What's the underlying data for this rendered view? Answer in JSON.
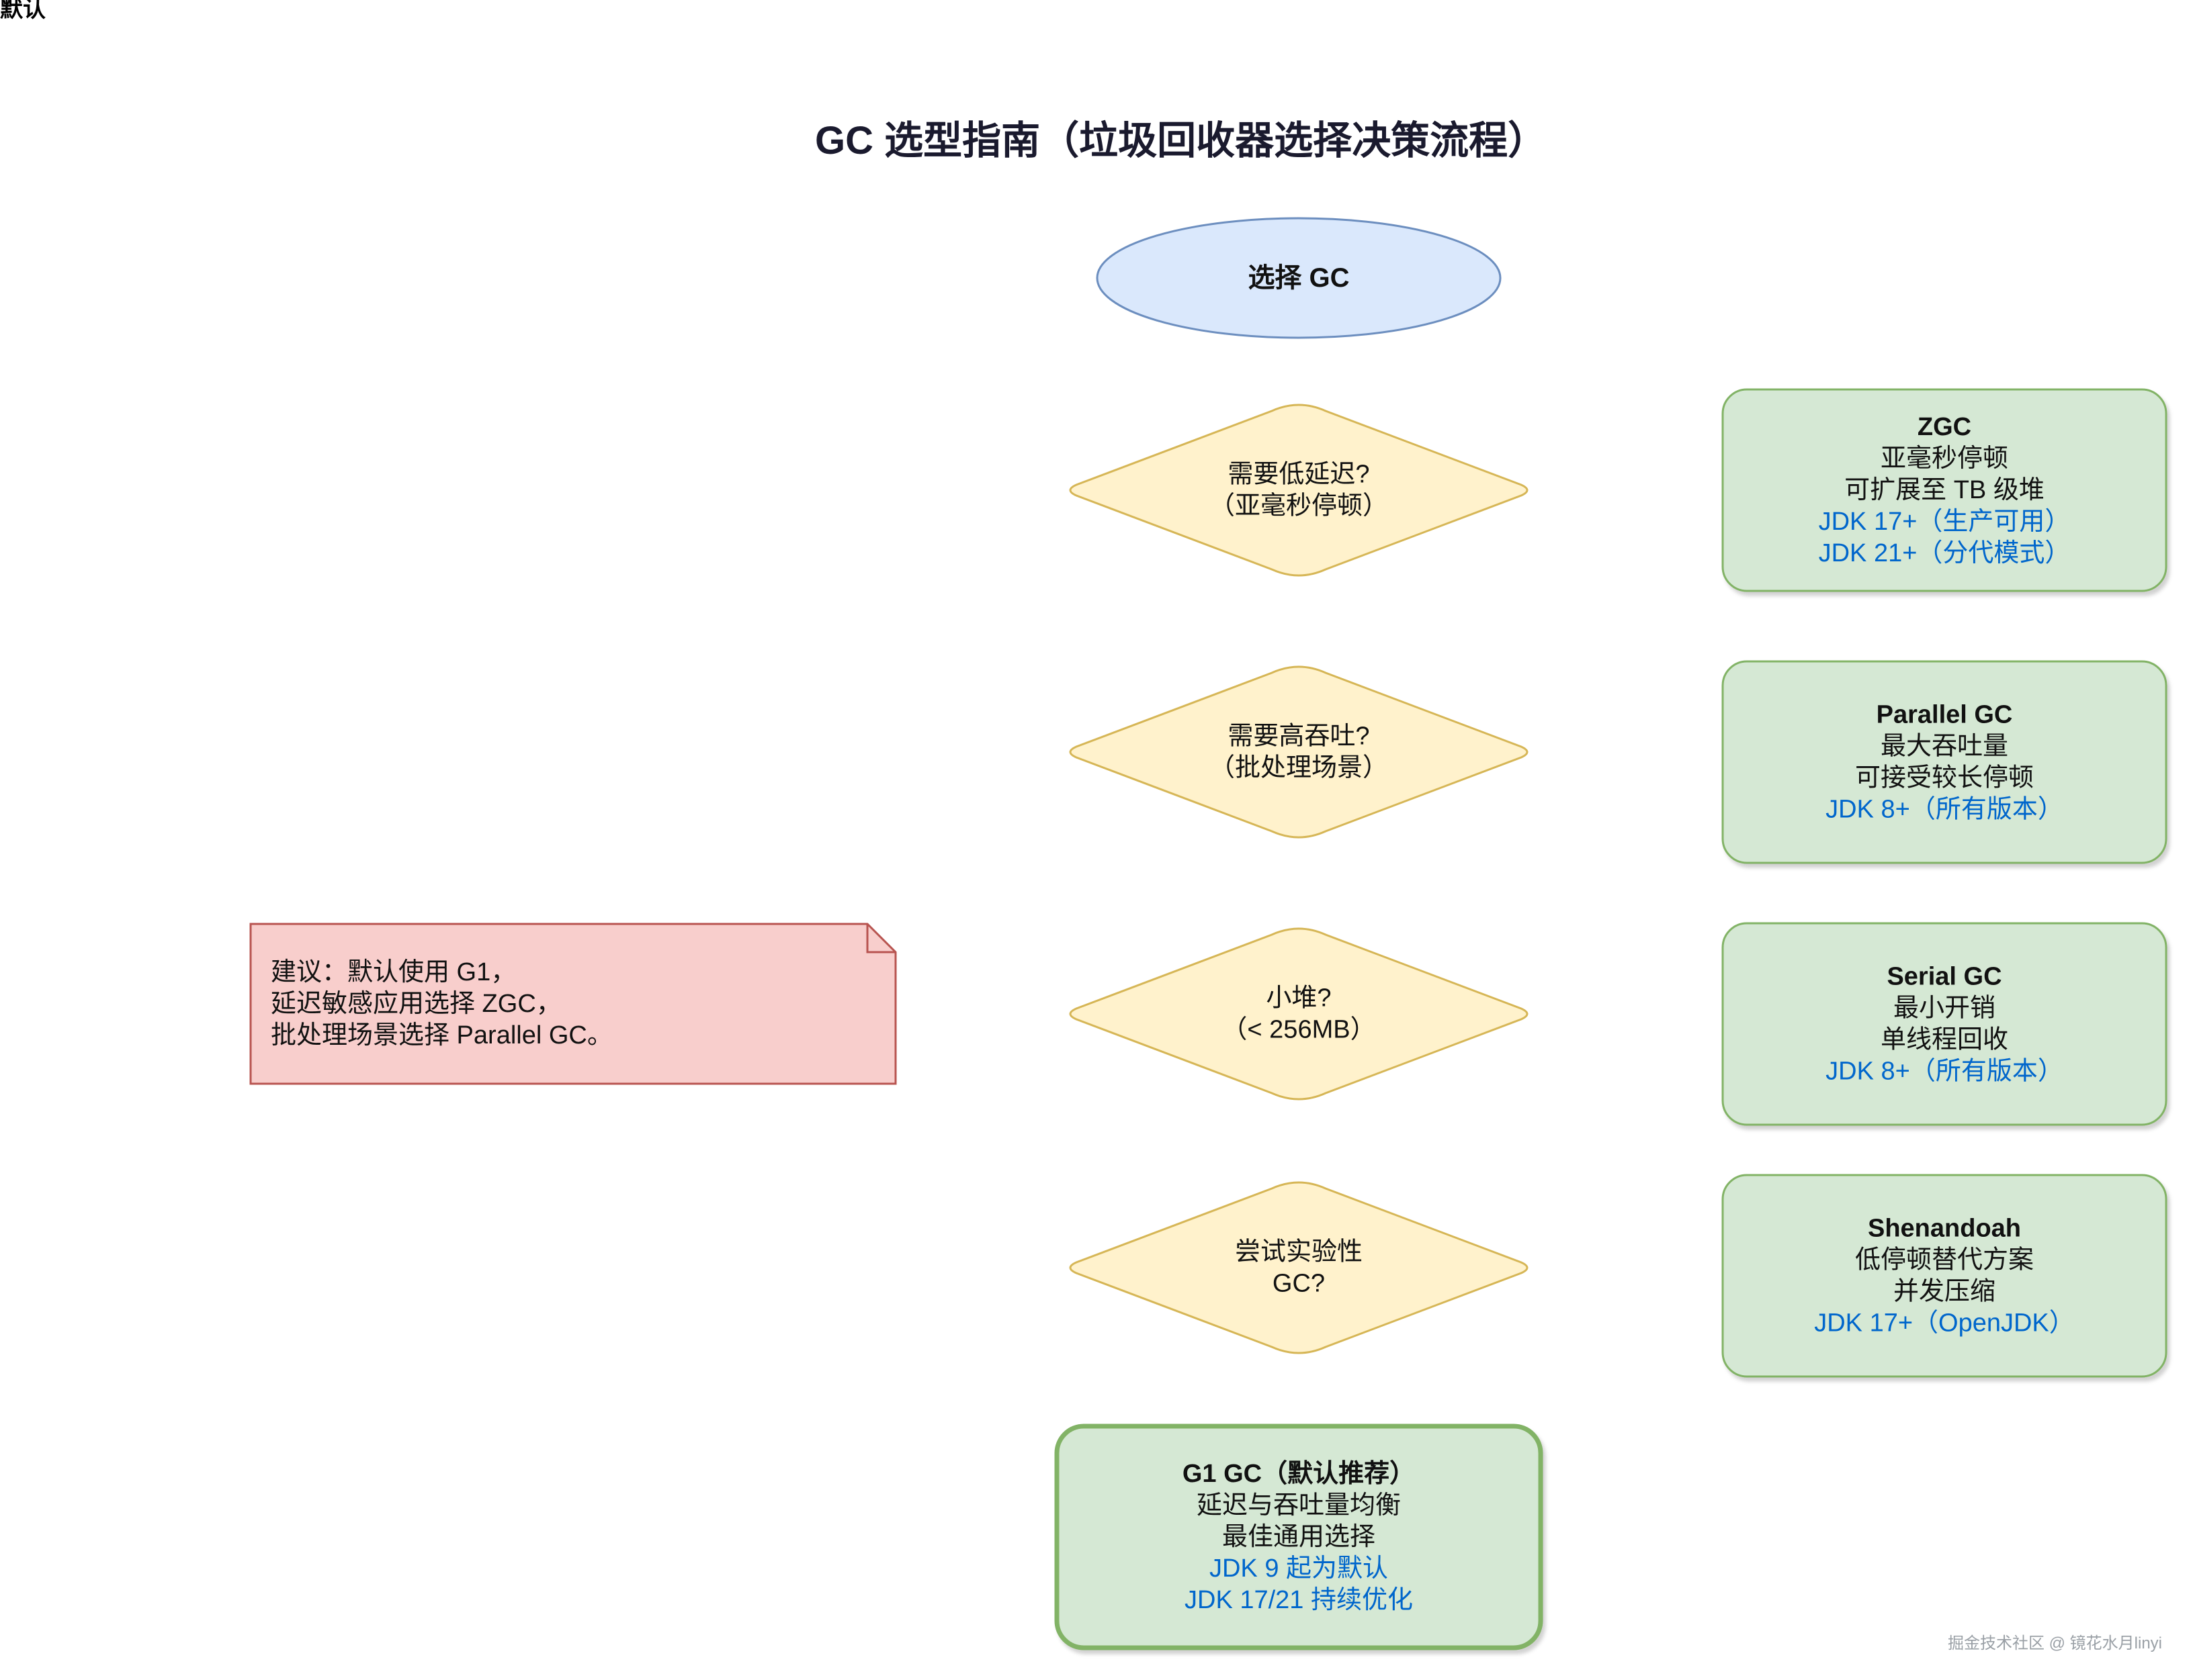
{
  "corner_label": "默认",
  "title": "GC 选型指南（垃圾回收器选择决策流程）",
  "start": {
    "label": "选择 GC"
  },
  "decisions": [
    {
      "lines": [
        "需要低延迟?",
        "（亚毫秒停顿）"
      ]
    },
    {
      "lines": [
        "需要高吞吐?",
        "（批处理场景）"
      ]
    },
    {
      "lines": [
        "小堆?",
        "（< 256MB）"
      ]
    },
    {
      "lines": [
        "尝试实验性",
        "GC?"
      ]
    }
  ],
  "collectors": [
    {
      "name": "ZGC",
      "features": [
        "亚毫秒停顿",
        "可扩展至 TB 级堆"
      ],
      "versions": [
        "JDK 17+（生产可用）",
        "JDK 21+（分代模式）"
      ]
    },
    {
      "name": "Parallel GC",
      "features": [
        "最大吞吐量",
        "可接受较长停顿"
      ],
      "versions": [
        "JDK 8+（所有版本）"
      ]
    },
    {
      "name": "Serial GC",
      "features": [
        "最小开销",
        "单线程回收"
      ],
      "versions": [
        "JDK 8+（所有版本）"
      ]
    },
    {
      "name": "Shenandoah",
      "features": [
        "低停顿替代方案",
        "并发压缩"
      ],
      "versions": [
        "JDK 17+（OpenJDK）"
      ]
    }
  ],
  "default_collector": {
    "name": "G1 GC（默认推荐）",
    "features": [
      "延迟与吞吐量均衡",
      "最佳通用选择"
    ],
    "versions": [
      "JDK 9 起为默认",
      "JDK 17/21 持续优化"
    ]
  },
  "note": {
    "lines": [
      "建议：默认使用 G1，",
      "延迟敏感应用选择 ZGC，",
      "批处理场景选择 Parallel GC。"
    ]
  },
  "watermark": "掘金技术社区 @ 镜花水月linyi",
  "colors": {
    "start_fill": "#dae8fc",
    "start_stroke": "#6c8ebf",
    "decision_fill": "#fff2cc",
    "decision_stroke": "#d6b656",
    "collector_fill": "#d5e8d4",
    "collector_stroke": "#82b366",
    "note_fill": "#f8cecc",
    "note_stroke": "#b85450",
    "version_text": "#0066cc"
  }
}
